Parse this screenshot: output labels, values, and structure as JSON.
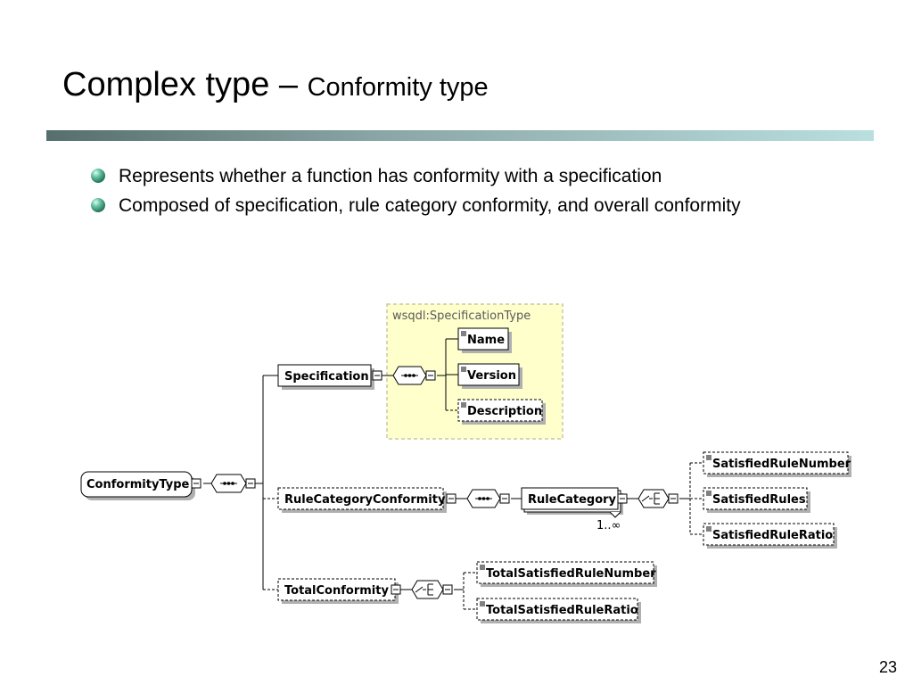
{
  "slide": {
    "title": "Complex type –",
    "subtitle": "Conformity type",
    "bullets": [
      "Represents whether a function has conformity with a specification",
      "Composed of specification, rule category conformity, and overall conformity"
    ],
    "page_number": "23"
  },
  "diagram": {
    "group_label": "wsqdl:SpecificationType",
    "root": "ConformityType",
    "specification": "Specification",
    "spec_children": [
      "Name",
      "Version",
      "Description"
    ],
    "rule_category_conformity": "RuleCategoryConformity",
    "rule_category": "RuleCategory",
    "rule_category_occurrence": "1..∞",
    "rule_children": [
      "SatisfiedRuleNumber",
      "SatisfiedRules",
      "SatisfiedRuleRatio"
    ],
    "total_conformity": "TotalConformity",
    "total_children": [
      "TotalSatisfiedRuleNumber",
      "TotalSatisfiedRuleRatio"
    ],
    "colors": {
      "group_fill": "#ffffcc",
      "group_border": "#c8c8a0",
      "node_border": "#000000",
      "shadow": "#b0b0b0"
    }
  }
}
